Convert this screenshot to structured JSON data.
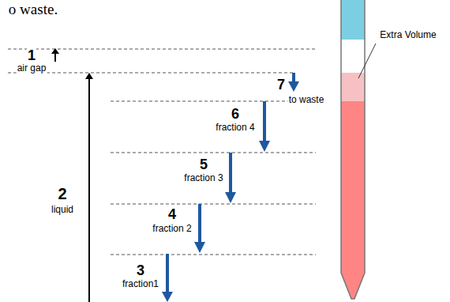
{
  "diagram": {
    "labels": [
      "o waste.",
      "1",
      "air gap",
      "2",
      "liquid",
      "3",
      "fraction1",
      "4",
      "fraction 2",
      "5",
      "fraction 3",
      "6",
      "fraction 4",
      "7",
      "to waste",
      "Extra Volume"
    ]
  }
}
